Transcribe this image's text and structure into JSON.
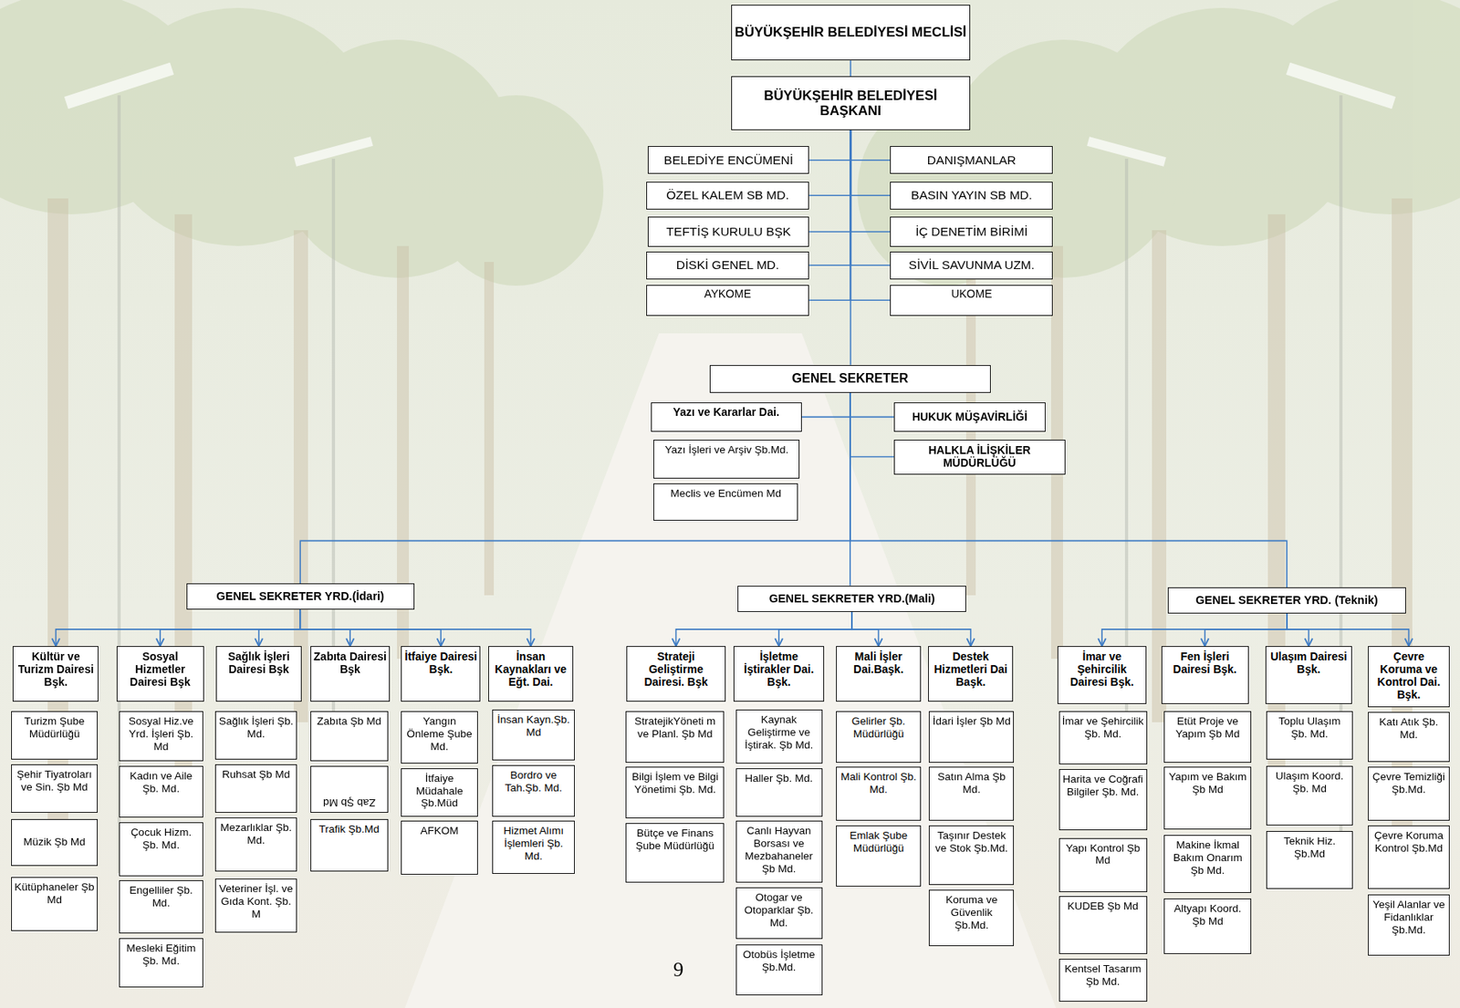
{
  "diagram": {
    "nodes": [
      {
        "text": [
          "BÜYÜKŞEHİR BELEDİYESİ MECLİSİ"
        ]
      },
      {
        "text": [
          "BÜYÜKŞEHİR BELEDİYESİ BAŞKANI"
        ]
      },
      {
        "text": [
          "BELEDİYE ENCÜMENİ"
        ]
      },
      {
        "text": [
          "DANIŞMANLAR"
        ]
      },
      {
        "text": [
          "ÖZEL KALEM SB MD."
        ]
      },
      {
        "text": [
          "BASIN YAYIN SB MD."
        ]
      },
      {
        "text": [
          "TEFTİŞ KURULU BŞK"
        ]
      },
      {
        "text": [
          "İÇ DENETİM BİRİMİ"
        ]
      },
      {
        "text": [
          "DİSKİ GENEL MD."
        ]
      },
      {
        "text": [
          "SİVİL SAVUNMA UZM."
        ]
      },
      {
        "text": [
          "AYKOME"
        ]
      },
      {
        "text": [
          "UKOME"
        ]
      },
      {
        "text": [
          "GENEL SEKRETER"
        ]
      },
      {
        "text": [
          "Yazı ve Kararlar Dai."
        ]
      },
      {
        "text": [
          "HUKUK MÜŞAVİRLİĞİ"
        ]
      },
      {
        "text": [
          "Yazı İşleri ve Arşiv Şb.Md."
        ]
      },
      {
        "text": [
          "HALKLA İLİŞKİLER MÜDÜRLÜĞÜ"
        ]
      },
      {
        "text": [
          "Meclis ve Encümen Md"
        ]
      },
      {
        "text": [
          "GENEL SEKRETER YRD.(İdari)"
        ]
      },
      {
        "text": [
          "GENEL SEKRETER YRD.(Mali)"
        ]
      },
      {
        "text": [
          "GENEL SEKRETER YRD. (Teknik)"
        ]
      },
      {
        "text": [
          "Kültür ve Turizm Dairesi Bşk."
        ]
      },
      {
        "text": [
          "Turizm Şube Müdürlüğü"
        ]
      },
      {
        "text": [
          "Şehir Tiyatroları ve Sin. Şb Md"
        ]
      },
      {
        "text": [
          "Müzik Şb Md"
        ]
      },
      {
        "text": [
          "Kütüphaneler Şb Md"
        ]
      },
      {
        "text": [
          "Sosyal Hizmetler Dairesi Bşk"
        ]
      },
      {
        "text": [
          "Sosyal Hiz.ve Yrd. İşleri Şb. Md"
        ]
      },
      {
        "text": [
          "Kadın ve Aile Şb. Md."
        ]
      },
      {
        "text": [
          "Çocuk Hizm. Şb. Md."
        ]
      },
      {
        "text": [
          "Engelliler Şb. Md."
        ]
      },
      {
        "text": [
          "Mesleki Eğitim Şb. Md."
        ]
      },
      {
        "text": [
          "Sağlık İşleri Dairesi Bşk"
        ]
      },
      {
        "text": [
          "Sağlık İşleri Şb. Md."
        ]
      },
      {
        "text": [
          "Ruhsat Şb Md"
        ]
      },
      {
        "text": [
          "Mezarlıklar Şb. Md."
        ]
      },
      {
        "text": [
          "Veteriner İşl. ve Gıda Kont. Şb. M"
        ]
      },
      {
        "text": [
          "Zabıta Dairesi Bşk"
        ]
      },
      {
        "text": [
          "Zabıta Şb Md"
        ]
      },
      {
        "text": [
          "Zab Şb Md"
        ]
      },
      {
        "text": [
          "Trafik Şb.Md"
        ]
      },
      {
        "text": [
          "İtfaiye Dairesi Bşk."
        ]
      },
      {
        "text": [
          "Yangın Önleme Şube Md."
        ]
      },
      {
        "text": [
          "İtfaiye Müdahale Şb.Müd"
        ]
      },
      {
        "text": [
          "AFKOM"
        ]
      },
      {
        "text": [
          "İnsan Kaynakları ve Eğt. Dai."
        ]
      },
      {
        "text": [
          "İnsan Kayn.Şb. Md"
        ]
      },
      {
        "text": [
          "Bordro ve Tah.Şb. Md."
        ]
      },
      {
        "text": [
          "Hizmet Alımı İşlemleri Şb. Md."
        ]
      },
      {
        "text": [
          "Strateji Geliştirme Dairesi. Bşk"
        ]
      },
      {
        "text": [
          "StratejikYöneti m ve Planl. Şb Md"
        ]
      },
      {
        "text": [
          "Bilgi İşlem ve Bilgi Yönetimi Şb. Md."
        ]
      },
      {
        "text": [
          "Bütçe ve Finans Şube Müdürlüğü"
        ]
      },
      {
        "text": [
          "İşletme İştirakler Dai. Bşk."
        ]
      },
      {
        "text": [
          "Kaynak Geliştirme ve İştirak. Şb Md."
        ]
      },
      {
        "text": [
          "Haller Şb. Md."
        ]
      },
      {
        "text": [
          "Canlı Hayvan Borsası ve Mezbahaneler Şb Md."
        ]
      },
      {
        "text": [
          "Otogar ve Otoparklar Şb. Md."
        ]
      },
      {
        "text": [
          "Otobüs İşletme Şb.Md."
        ]
      },
      {
        "text": [
          "Mali İşler Dai.Başk."
        ]
      },
      {
        "text": [
          "Gelirler Şb. Müdürlüğü"
        ]
      },
      {
        "text": [
          "Mali Kontrol Şb. Md."
        ]
      },
      {
        "text": [
          "Emlak Şube Müdürlüğü"
        ]
      },
      {
        "text": [
          "Destek Hizmetleri Dai Başk."
        ]
      },
      {
        "text": [
          "İdari İşler Şb Md"
        ]
      },
      {
        "text": [
          "Satın Alma Şb Md."
        ]
      },
      {
        "text": [
          "Taşınır Destek ve Stok Şb.Md."
        ]
      },
      {
        "text": [
          "Koruma ve Güvenlik Şb.Md."
        ]
      },
      {
        "text": [
          "İmar ve Şehircilik Dairesi Bşk."
        ]
      },
      {
        "text": [
          "İmar ve Şehircilik Şb. Md."
        ]
      },
      {
        "text": [
          "Harita ve Coğrafi Bilgiler Şb. Md."
        ]
      },
      {
        "text": [
          "Yapı Kontrol Şb Md"
        ]
      },
      {
        "text": [
          "KUDEB Şb Md"
        ]
      },
      {
        "text": [
          "Kentsel Tasarım Şb Md."
        ]
      },
      {
        "text": [
          "Fen İşleri Dairesi Bşk."
        ]
      },
      {
        "text": [
          "Etüt Proje ve Yapım Şb Md"
        ]
      },
      {
        "text": [
          "Yapım ve Bakım Şb Md"
        ]
      },
      {
        "text": [
          "Makine İkmal Bakım Onarım Şb Md."
        ]
      },
      {
        "text": [
          "Altyapı Koord. Şb Md"
        ]
      },
      {
        "text": [
          "Ulaşım Dairesi Bşk."
        ]
      },
      {
        "text": [
          "Toplu Ulaşım Şb. Md."
        ]
      },
      {
        "text": [
          "Ulaşım Koord. Şb. Md"
        ]
      },
      {
        "text": [
          "Teknik Hiz. Şb.Md"
        ]
      },
      {
        "text": [
          "Çevre Koruma ve Kontrol Dai. Bşk."
        ]
      },
      {
        "text": [
          "Katı Atık Şb. Md."
        ]
      },
      {
        "text": [
          "Çevre Temizliği Şb.Md."
        ]
      },
      {
        "text": [
          "Çevre Koruma Kontrol Şb.Md"
        ]
      },
      {
        "text": [
          "Yeşil Alanlar ve Fidanlıklar Şb.Md."
        ]
      }
    ],
    "edges": [
      {
        "from": 0,
        "to": 1,
        "arrow": "none"
      },
      {
        "from": 1,
        "to": 2,
        "arrow": "none"
      },
      {
        "from": 1,
        "to": 3,
        "arrow": "none"
      },
      {
        "from": 1,
        "to": 4,
        "arrow": "none"
      },
      {
        "from": 1,
        "to": 5,
        "arrow": "none"
      },
      {
        "from": 1,
        "to": 6,
        "arrow": "none"
      },
      {
        "from": 1,
        "to": 7,
        "arrow": "none"
      },
      {
        "from": 1,
        "to": 8,
        "arrow": "none"
      },
      {
        "from": 1,
        "to": 9,
        "arrow": "none"
      },
      {
        "from": 1,
        "to": 10,
        "arrow": "none"
      },
      {
        "from": 1,
        "to": 11,
        "arrow": "none"
      },
      {
        "from": 1,
        "to": 12,
        "arrow": "none"
      },
      {
        "from": 12,
        "to": 13,
        "arrow": "none"
      },
      {
        "from": 12,
        "to": 14,
        "arrow": "none"
      },
      {
        "from": 12,
        "to": 16,
        "arrow": "none"
      },
      {
        "from": 12,
        "to": 18,
        "arrow": "none"
      },
      {
        "from": 12,
        "to": 19,
        "arrow": "none"
      },
      {
        "from": 12,
        "to": 20,
        "arrow": "none"
      },
      {
        "from": 18,
        "to": 21,
        "arrow": "to"
      },
      {
        "from": 18,
        "to": 26,
        "arrow": "to"
      },
      {
        "from": 18,
        "to": 32,
        "arrow": "to"
      },
      {
        "from": 18,
        "to": 37,
        "arrow": "to"
      },
      {
        "from": 18,
        "to": 41,
        "arrow": "to"
      },
      {
        "from": 18,
        "to": 45,
        "arrow": "to"
      },
      {
        "from": 19,
        "to": 49,
        "arrow": "to"
      },
      {
        "from": 19,
        "to": 53,
        "arrow": "to"
      },
      {
        "from": 19,
        "to": 59,
        "arrow": "to"
      },
      {
        "from": 19,
        "to": 63,
        "arrow": "to"
      },
      {
        "from": 20,
        "to": 68,
        "arrow": "to"
      },
      {
        "from": 20,
        "to": 74,
        "arrow": "to"
      },
      {
        "from": 20,
        "to": 79,
        "arrow": "to"
      },
      {
        "from": 20,
        "to": 83,
        "arrow": "to"
      }
    ],
    "labels": [
      "9"
    ]
  }
}
